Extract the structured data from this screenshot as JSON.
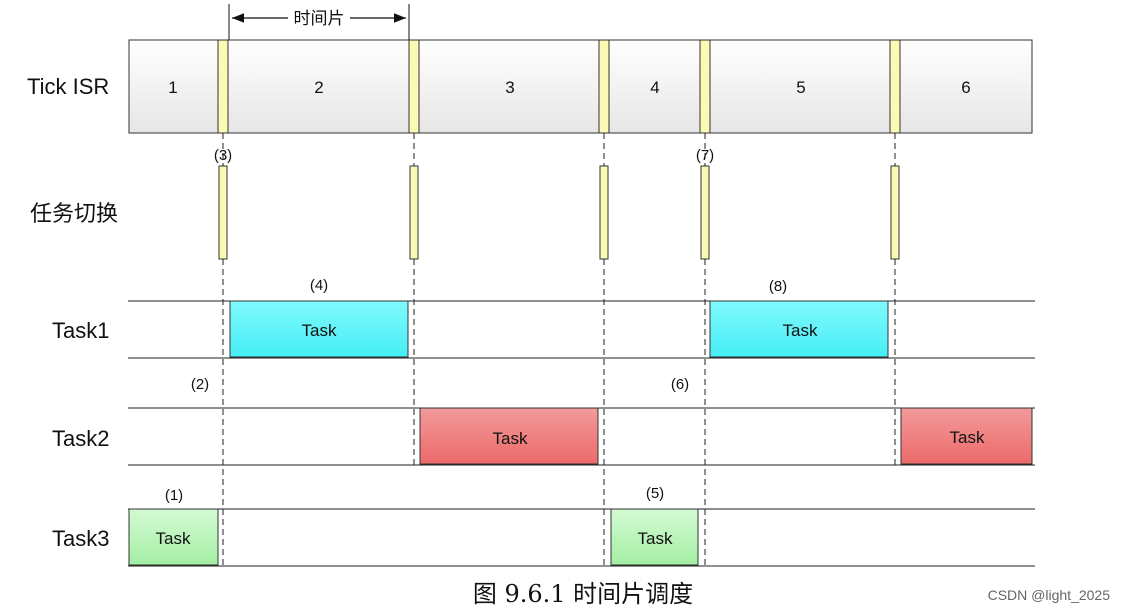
{
  "labels": {
    "tick_isr": "Tick ISR",
    "task_switch": "任务切换",
    "task1": "Task1",
    "task2": "Task2",
    "task3": "Task3",
    "time_slice": "时间片"
  },
  "tick_segments": [
    "1",
    "2",
    "3",
    "4",
    "5",
    "6"
  ],
  "markers": [
    "(1)",
    "(2)",
    "(3)",
    "(4)",
    "(5)",
    "(6)",
    "(7)",
    "(8)"
  ],
  "task_text": "Task",
  "caption": "图 9.6.1  时间片调度",
  "watermark": "CSDN @light_2025",
  "colors": {
    "task1": "#55f5fb",
    "task2": "#f07a7a",
    "task3": "#b2f2b2",
    "tick_marker": "#fafab4",
    "tick_bar": "#eeeeee"
  }
}
